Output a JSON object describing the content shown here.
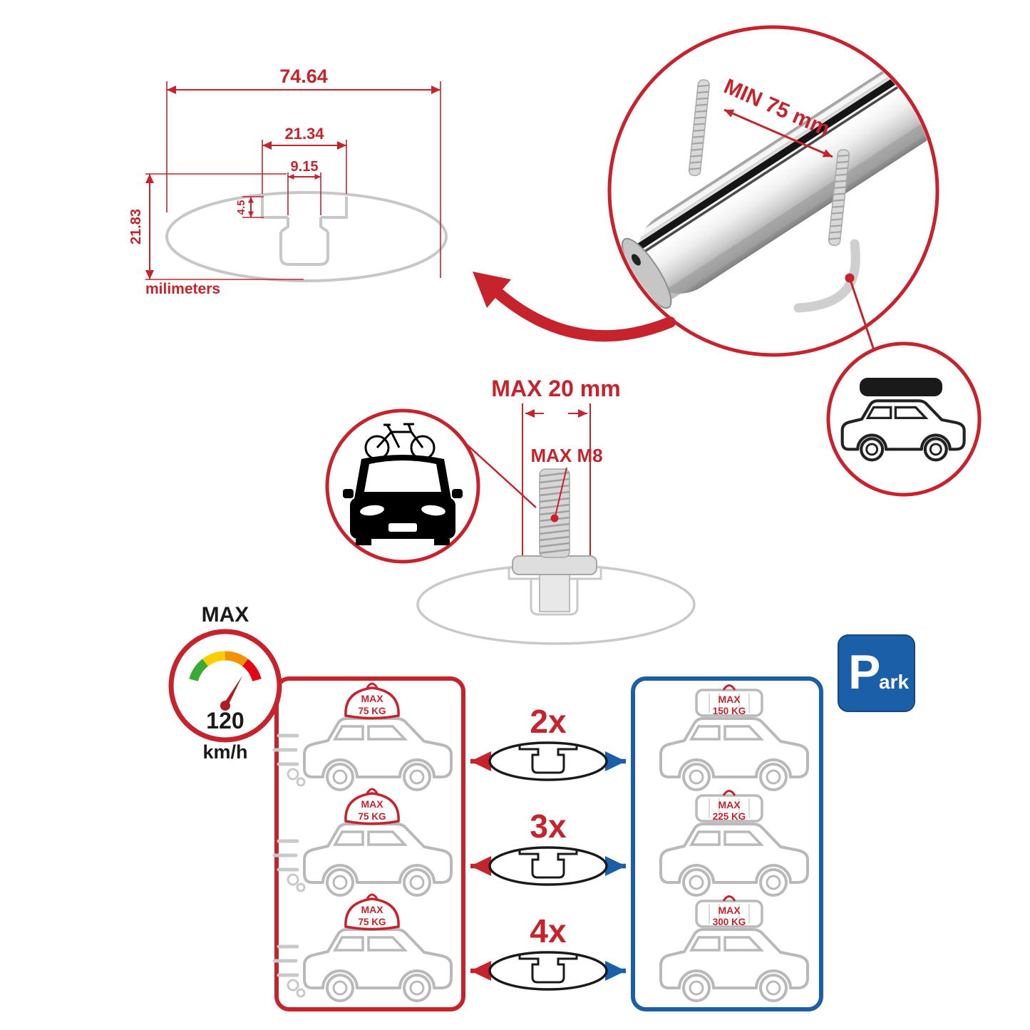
{
  "colors": {
    "red": "#c7232c",
    "blue": "#1a5fa8",
    "diagram_gray": "#c7c7c7",
    "car_gray": "#b9b9b9",
    "black": "#1a1a1a"
  },
  "cross_section": {
    "total_width": "74.64",
    "channel_width": "21.34",
    "slot_width": "9.15",
    "step_height": "4.5",
    "profile_height": "21.83",
    "units_label": "milimeters"
  },
  "bar_detail": {
    "min_clearance": "MIN 75 mm"
  },
  "bolt_detail": {
    "max_length": "MAX 20 mm",
    "max_thread": "MAX M8"
  },
  "speed_limit": {
    "label": "MAX",
    "value": "120",
    "unit": "km/h"
  },
  "park_sign": {
    "letter": "P",
    "suffix": "ark"
  },
  "left_panel": {
    "cars": [
      {
        "max": "MAX",
        "weight": "75 KG"
      },
      {
        "max": "MAX",
        "weight": "75 KG"
      },
      {
        "max": "MAX",
        "weight": "75 KG"
      }
    ]
  },
  "right_panel": {
    "cars": [
      {
        "max": "MAX",
        "weight": "150 KG"
      },
      {
        "max": "MAX",
        "weight": "225 KG"
      },
      {
        "max": "MAX",
        "weight": "300 KG"
      }
    ]
  },
  "quantity_rows": [
    {
      "label": "2x"
    },
    {
      "label": "3x"
    },
    {
      "label": "4x"
    }
  ]
}
